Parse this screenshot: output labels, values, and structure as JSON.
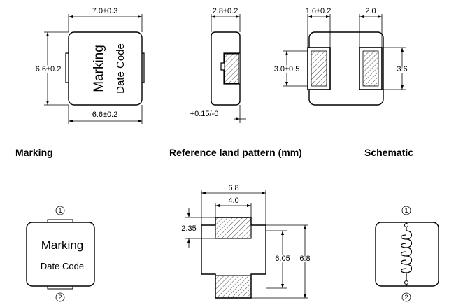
{
  "top_view": {
    "width_dim": "7.0±0.3",
    "height_dim": "6.6±0.2",
    "bottom_dim": "6.6±0.2",
    "marking_text": "Marking",
    "date_code_text": "Date Code"
  },
  "side_view": {
    "height_dim": "2.8±0.2",
    "tolerance_dim": "+0.15/-0"
  },
  "bottom_view": {
    "pad_width_dim": "1.6±0.2",
    "gap_dim": "2.0",
    "pad_height_dim": "3.0±0.5",
    "overall_dim": "3.6"
  },
  "sections": {
    "marking": "Marking",
    "land_pattern": "Reference land pattern (mm)",
    "schematic": "Schematic"
  },
  "marking_view": {
    "marking_text": "Marking",
    "date_code_text": "Date Code",
    "pin1": "1",
    "pin2": "2"
  },
  "land_pattern": {
    "outer_width": "6.8",
    "inner_width": "4.0",
    "pad_height": "2.35",
    "inner_height": "6.05",
    "outer_height": "6.8"
  },
  "schematic": {
    "pin1": "1",
    "pin2": "2"
  }
}
